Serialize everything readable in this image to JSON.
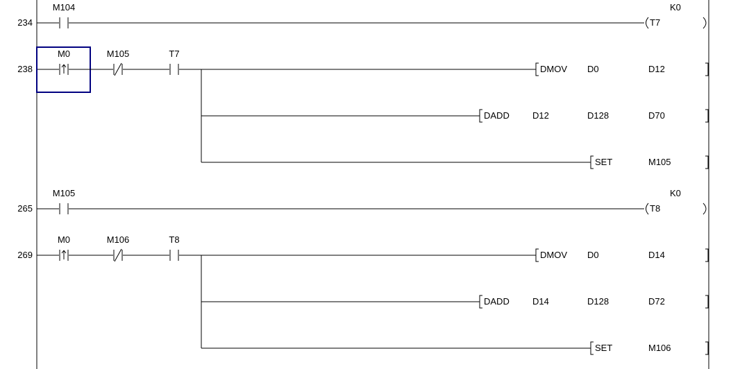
{
  "cursor_on": "rung-238-contact-0",
  "rungs": [
    {
      "step": "234",
      "contacts": [
        {
          "label": "M104",
          "type": "no"
        }
      ],
      "outputs": [
        {
          "kind": "coil",
          "device": "T7",
          "setting": "K0"
        }
      ]
    },
    {
      "step": "238",
      "contacts": [
        {
          "label": "M0",
          "type": "rising"
        },
        {
          "label": "M105",
          "type": "nc"
        },
        {
          "label": "T7",
          "type": "no"
        }
      ],
      "outputs": [
        {
          "kind": "inst",
          "op": "DMOV",
          "args": [
            "D0",
            "D12"
          ]
        },
        {
          "kind": "inst",
          "op": "DADD",
          "args": [
            "D12",
            "D128",
            "D70"
          ]
        },
        {
          "kind": "inst",
          "op": "SET",
          "args": [
            "M105"
          ]
        }
      ]
    },
    {
      "step": "265",
      "contacts": [
        {
          "label": "M105",
          "type": "no"
        }
      ],
      "outputs": [
        {
          "kind": "coil",
          "device": "T8",
          "setting": "K0"
        }
      ]
    },
    {
      "step": "269",
      "contacts": [
        {
          "label": "M0",
          "type": "rising"
        },
        {
          "label": "M106",
          "type": "nc"
        },
        {
          "label": "T8",
          "type": "no"
        }
      ],
      "outputs": [
        {
          "kind": "inst",
          "op": "DMOV",
          "args": [
            "D0",
            "D14"
          ]
        },
        {
          "kind": "inst",
          "op": "DADD",
          "args": [
            "D14",
            "D128",
            "D72"
          ]
        },
        {
          "kind": "inst",
          "op": "SET",
          "args": [
            "M106"
          ]
        }
      ]
    }
  ]
}
